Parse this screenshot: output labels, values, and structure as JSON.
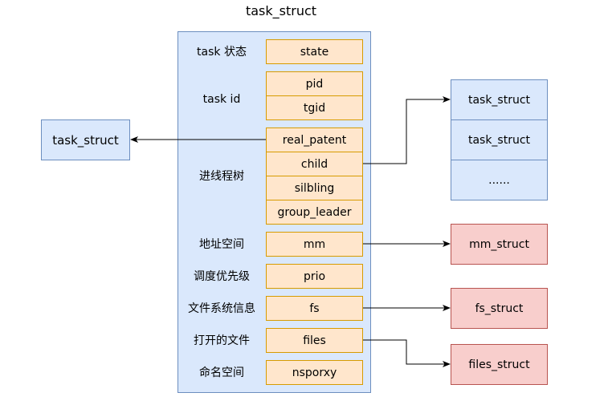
{
  "title": "task_struct",
  "groups": [
    {
      "label": "task 状态",
      "fields": [
        "state"
      ]
    },
    {
      "label": "task id",
      "fields": [
        "pid",
        "tgid"
      ]
    },
    {
      "label": "进线程树",
      "fields": [
        "real_patent",
        "child",
        "silbling",
        "group_leader"
      ]
    },
    {
      "label": "地址空间",
      "fields": [
        "mm"
      ]
    },
    {
      "label": "调度优先级",
      "fields": [
        "prio"
      ]
    },
    {
      "label": "文件系统信息",
      "fields": [
        "fs"
      ]
    },
    {
      "label": "打开的文件",
      "fields": [
        "files"
      ]
    },
    {
      "label": "命名空间",
      "fields": [
        "nsporxy"
      ]
    }
  ],
  "parent_box": {
    "label": "task_struct"
  },
  "children_list": [
    "task_struct",
    "task_struct",
    "......"
  ],
  "targets": {
    "mm": "mm_struct",
    "fs": "fs_struct",
    "files": "files_struct"
  },
  "colors": {
    "main_fill": "#dae8fc",
    "main_stroke": "#6c8ebf",
    "field_fill": "#ffe6cc",
    "field_stroke": "#d79b00",
    "target_fill": "#f8cecc",
    "target_stroke": "#b85450"
  }
}
